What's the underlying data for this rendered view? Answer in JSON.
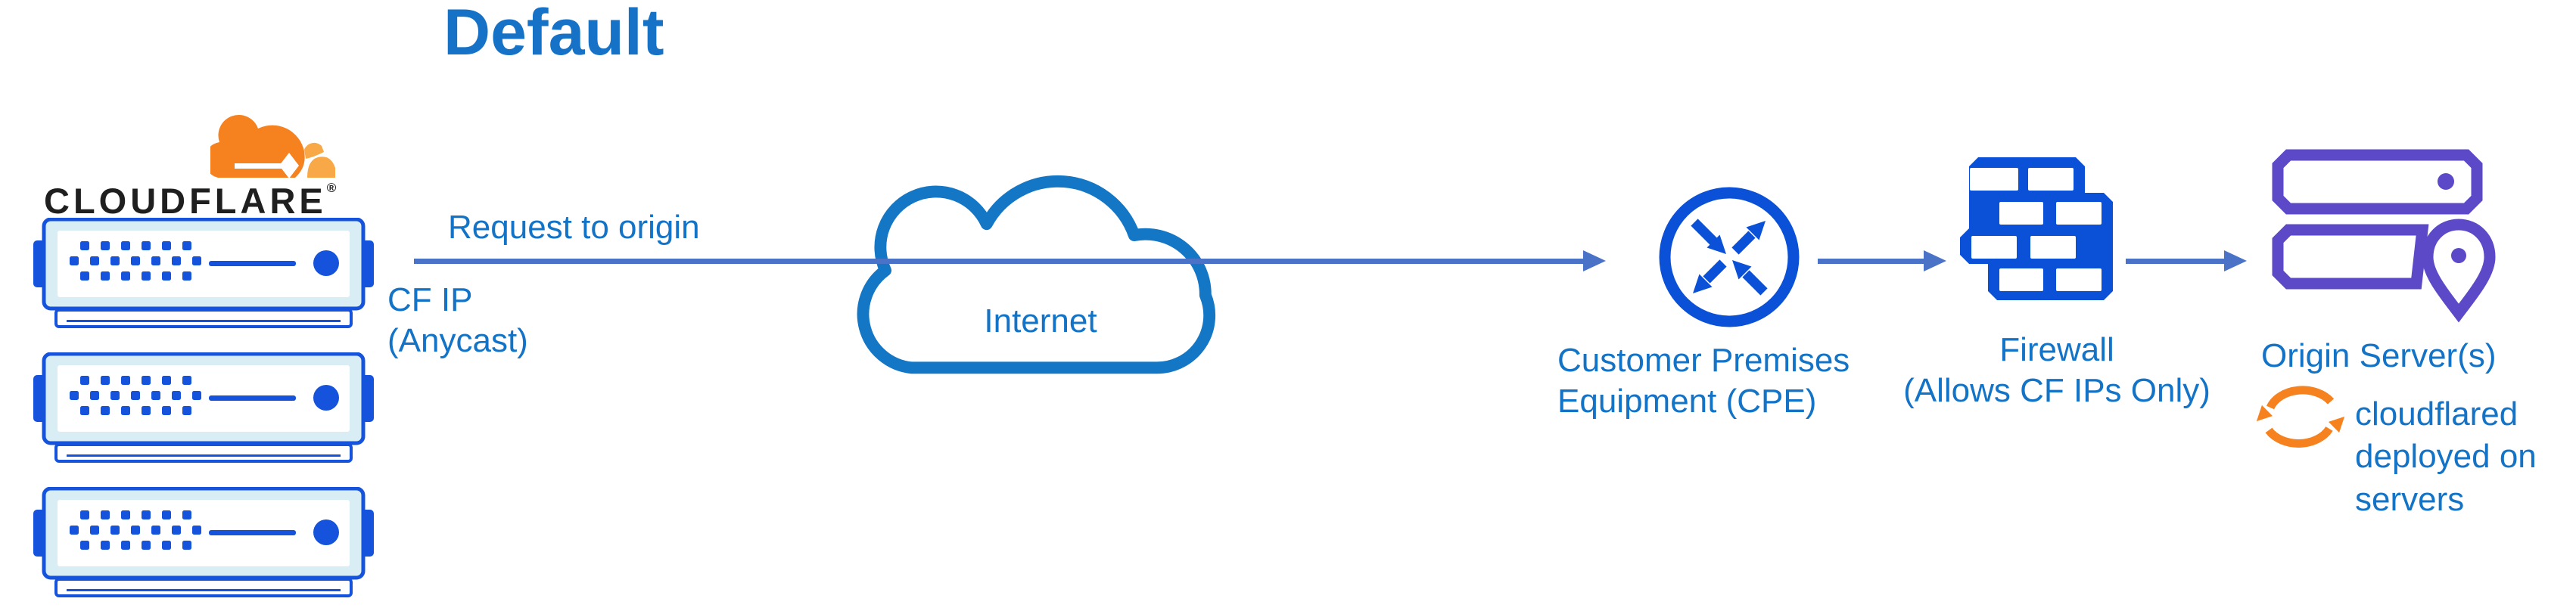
{
  "title": "Default",
  "logo": {
    "wordmark": "CLOUDFLARE",
    "registered_mark": "®"
  },
  "labels": {
    "request_to_origin": "Request to origin",
    "cf_ip": [
      "CF IP",
      "(Anycast)"
    ],
    "internet": "Internet",
    "cpe": [
      "Customer Premises",
      "Equipment (CPE)"
    ],
    "firewall": [
      "Firewall",
      "(Allows CF IPs Only)"
    ],
    "origin": "Origin Server(s)",
    "cloudflared": [
      "cloudflared",
      "deployed on",
      "servers"
    ]
  },
  "icons": {
    "cloudflare_logo": "cloudflare-orange-cloud-icon",
    "edge_servers": "server-rack-icon",
    "internet": "cloud-outline-icon",
    "cpe": "router-crossed-arrows-icon",
    "firewall": "brick-wall-icon",
    "origin": "servers-with-location-pin-icon",
    "cloudflared": "sync-arrows-icon"
  },
  "colors": {
    "title_text": "#1572c6",
    "label_text": "#1273c7",
    "arrow": "#4a73c7",
    "icon_blue": "#0b51d8",
    "server_blue": "#1653dc",
    "server_light_cyan": "#d8edf4",
    "origin_purple": "#5c49c8",
    "brand_orange": "#f6821f",
    "brand_orange_light": "#f9a848",
    "wordmark_black": "#1f1f1f",
    "internet_cloud_stroke": "#1377c6"
  }
}
